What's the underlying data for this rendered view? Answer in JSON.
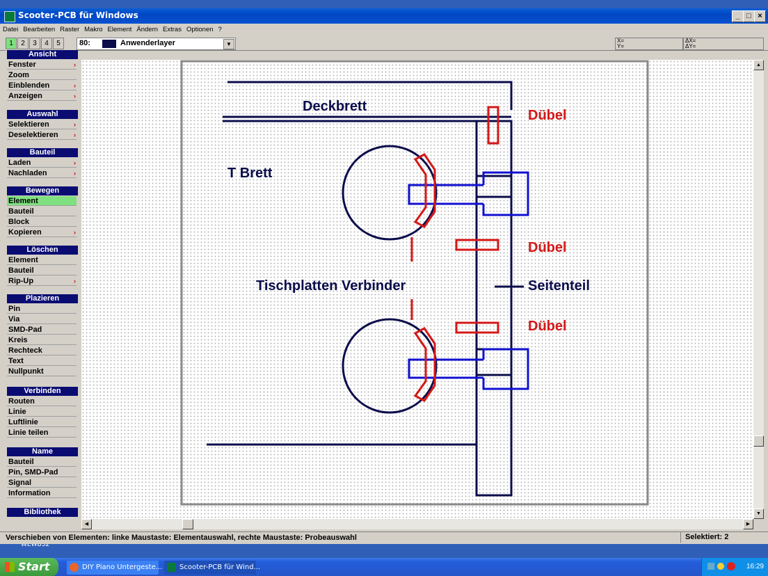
{
  "window": {
    "title": "Scooter-PCB für Windows",
    "min": "_",
    "max": "□",
    "close": "×"
  },
  "menu": [
    "Datei",
    "Bearbeiten",
    "Raster",
    "Makro",
    "Element",
    "Ändern",
    "Extras",
    "Optionen",
    "?"
  ],
  "toolbar": {
    "tabs": [
      "1",
      "2",
      "3",
      "4",
      "5"
    ],
    "layer_num": "80:",
    "layer_name": "Anwenderlayer",
    "x_label": "X=",
    "y_label": "Y=",
    "dx_label": "ΔX=",
    "dy_label": "ΔY="
  },
  "sidebar": {
    "ansicht": "Ansicht",
    "fenster": "Fenster",
    "zoom": "Zoom",
    "einblenden": "Einblenden",
    "anzeigen": "Anzeigen",
    "auswahl": "Auswahl",
    "selektieren": "Selektieren",
    "deselektieren": "Deselektieren",
    "bauteil_sec": "Bauteil",
    "laden": "Laden",
    "nachladen": "Nachladen",
    "bewegen": "Bewegen",
    "element": "Element",
    "bauteil": "Bauteil",
    "block": "Block",
    "kopieren": "Kopieren",
    "loeschen": "Löschen",
    "l_element": "Element",
    "l_bauteil": "Bauteil",
    "ripup": "Rip-Up",
    "plazieren": "Plazieren",
    "pin": "Pin",
    "via": "Via",
    "smdpad": "SMD-Pad",
    "kreis": "Kreis",
    "rechteck": "Rechteck",
    "text": "Text",
    "nullpunkt": "Nullpunkt",
    "verbinden": "Verbinden",
    "routen": "Routen",
    "linie": "Linie",
    "luftlinie": "Luftlinie",
    "linie_teilen": "Linie teilen",
    "name": "Name",
    "n_bauteil": "Bauteil",
    "pin_smd": "Pin, SMD-Pad",
    "signal": "Signal",
    "information": "Information",
    "bibliothek": "Bibliothek",
    "arrow": "›"
  },
  "drawing": {
    "deckbrett": "Deckbrett",
    "duebel1": "Dübel",
    "t_brett": "T Brett",
    "duebel2": "Dübel",
    "verbinder": "Tischplatten Verbinder",
    "seitenteil": "Seitenteil",
    "duebel3": "Dübel"
  },
  "status": {
    "message": "Verschieben von Elementen:  linke Maustaste: Elementauswahl,   rechte Maustaste: Probeauswahl",
    "selected": "Selektiert: 2"
  },
  "taskbar": {
    "start": "Start",
    "item1": "DIY Piano Untergeste...",
    "item2": "Scooter-PCB für Wind...",
    "clock": "16:29"
  },
  "desktop": {
    "label1": "WEWB32"
  },
  "colors": {
    "dark_blue": "#0b0c4a",
    "red": "#d41818",
    "blue": "#1010d0",
    "active_green": "#7fe07f"
  }
}
